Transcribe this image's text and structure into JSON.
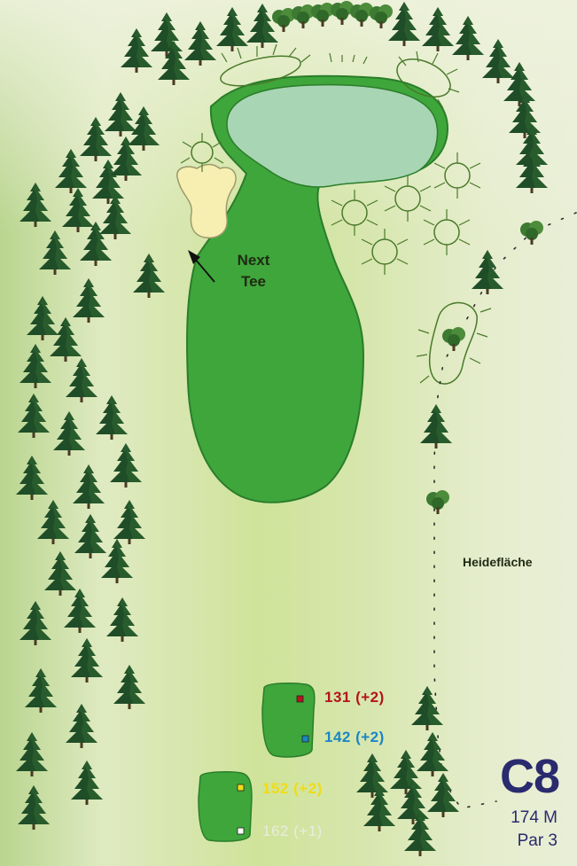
{
  "hole": {
    "id": "C8",
    "distance": "174 M",
    "par": "Par 3"
  },
  "labels": {
    "next_tee": "Next Tee",
    "area": "Heidefläche"
  },
  "tees": [
    {
      "marker": "red",
      "text": "131 (+2)"
    },
    {
      "marker": "blue",
      "text": "142 (+2)"
    },
    {
      "marker": "yellow",
      "text": "152 (+2)"
    },
    {
      "marker": "white",
      "text": "162 (+1)"
    }
  ],
  "colors": {
    "fairway": "#3fa63b",
    "green_outline": "#2a7d2a",
    "water": "#a8d5b4",
    "bunker": "#f7eeb2",
    "heath_bg": "#e2ebc3",
    "tree_dark": "#1d4a24",
    "text_dark": "#1f2a12",
    "hole_text": "#2a2a6e",
    "tee_red": "#b4141c",
    "tee_blue": "#1a86c4",
    "tee_yellow": "#f0dc16",
    "tee_white": "#ffffff",
    "tee_white_label": "#e8ece0"
  }
}
